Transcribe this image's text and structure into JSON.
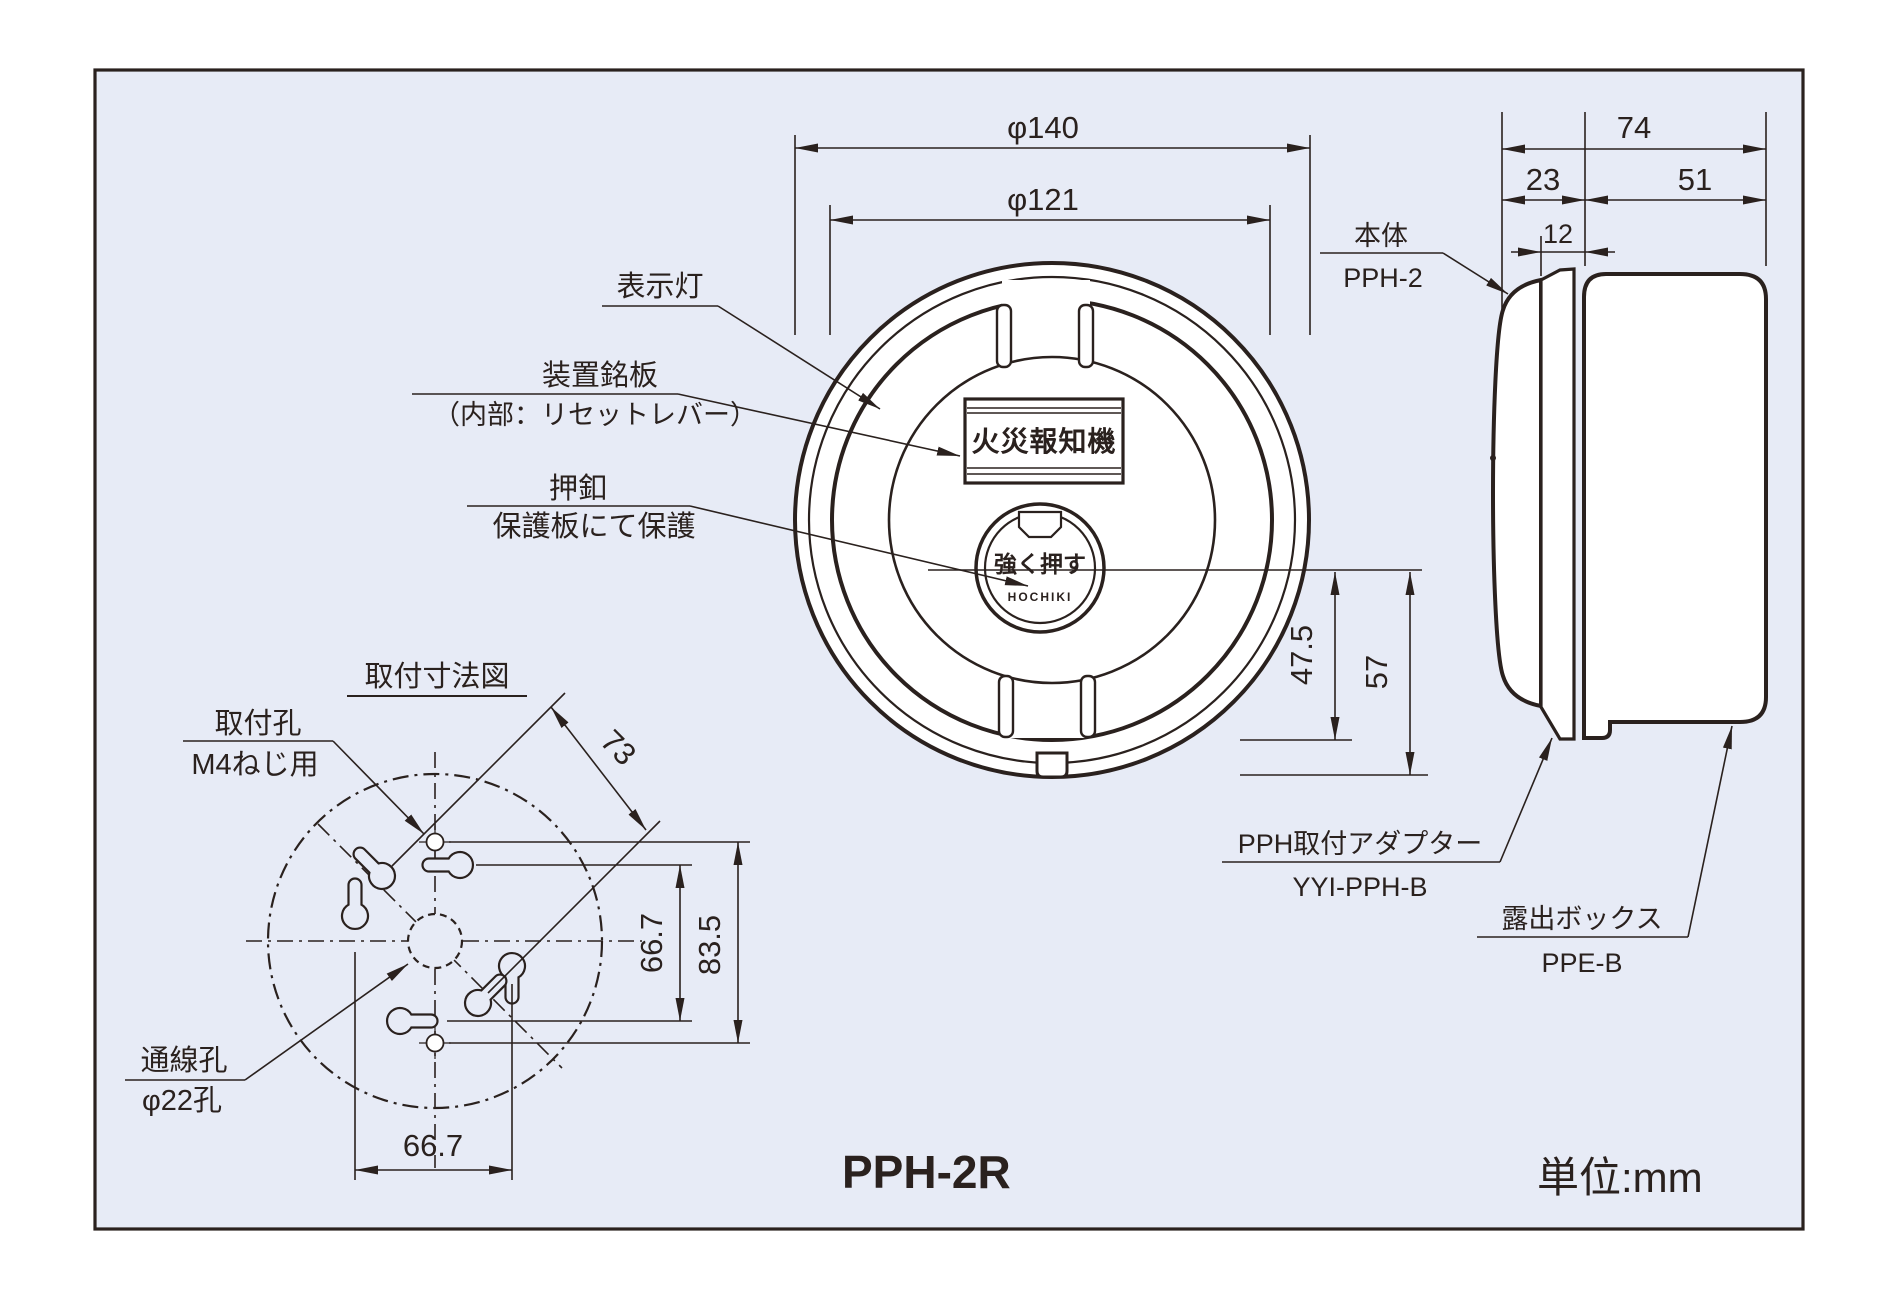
{
  "colors": {
    "line": "#2a211e",
    "panel_bg": "#e7ebf6",
    "page_bg": "#ffffff"
  },
  "footer": {
    "model": "PPH-2R",
    "units": "単位:mm"
  },
  "front": {
    "dim_d140": "φ140",
    "dim_d121": "φ121",
    "dim_475": "47.5",
    "dim_57": "57",
    "label_indicator": "表示灯",
    "label_nameplate": "装置銘板",
    "label_nameplate2": "（内部：リセットレバー）",
    "label_button": "押釦",
    "label_button2": "保護板にて保護",
    "plate_text": "火災報知機",
    "button_text": "強く押す",
    "brand": "HOCHIKI"
  },
  "side": {
    "dim_74": "74",
    "dim_23": "23",
    "dim_51": "51",
    "dim_12": "12",
    "label_body": "本体",
    "label_body2": "PPH-2",
    "label_adapter": "PPH取付アダプター",
    "label_adapter2": "YYI-PPH-B",
    "label_box": "露出ボックス",
    "label_box2": "PPE-B"
  },
  "mount": {
    "title": "取付寸法図",
    "label_hole": "取付孔",
    "label_hole2": "M4ねじ用",
    "label_wire": "通線孔",
    "label_wire2": "φ22孔",
    "dim_73": "73",
    "dim_667v": "66.7",
    "dim_835": "83.5",
    "dim_667h": "66.7"
  }
}
